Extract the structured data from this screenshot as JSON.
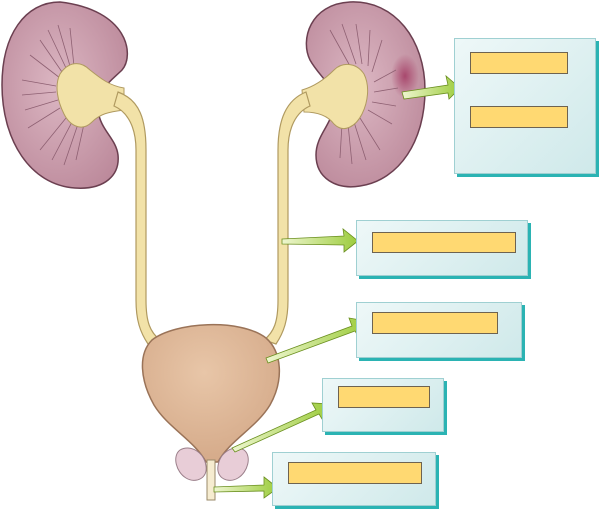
{
  "diagram": {
    "structures": [
      "left-kidney",
      "right-kidney",
      "left-ureter",
      "right-ureter",
      "urinary-bladder",
      "prostate",
      "urethra"
    ],
    "label_boxes": [
      {
        "id": "box-kidney",
        "slots": [
          "",
          ""
        ]
      },
      {
        "id": "box-ureter",
        "slots": [
          ""
        ]
      },
      {
        "id": "box-bladder",
        "slots": [
          ""
        ]
      },
      {
        "id": "box-prostate",
        "slots": [
          ""
        ]
      },
      {
        "id": "box-urethra",
        "slots": [
          ""
        ]
      }
    ],
    "colors": {
      "kidney_fill": "#c99aa9",
      "kidney_outline": "#7a4a5a",
      "ureter_fill": "#f2e2a8",
      "bladder_fill": "#deb596",
      "prostate_fill": "#e8cdd7",
      "panel_fill": "#d9efef",
      "panel_shadow": "#2bb3b3",
      "label_fill": "#ffd972",
      "arrow_fill": "#b5d34a"
    }
  }
}
